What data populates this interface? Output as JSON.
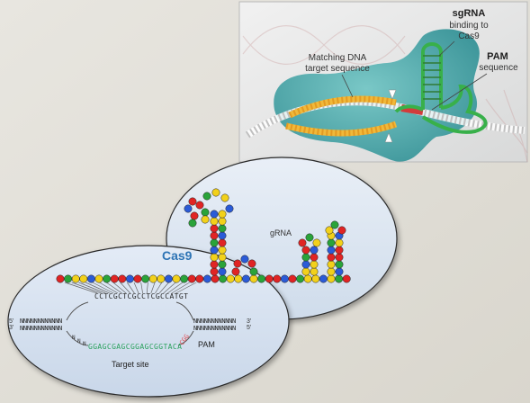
{
  "top_panel": {
    "sgrna_title": "sgRNA",
    "sgrna_line1": "binding to",
    "sgrna_line2": "Cas9",
    "pam_title": "PAM",
    "pam_sub": "sequence",
    "matching_line1": "Matching DNA",
    "matching_line2": "target sequence"
  },
  "bottom_panel": {
    "cas9_label": "Cas9",
    "grna_label": "gRNA",
    "guide_seq": "CCTCGCTCGCCTCGCCATGT",
    "target_seq": "GGAGCGAGCGGAGCGGTACA",
    "pam_seq": "CGG",
    "pam_label": "PAM",
    "target_site_label": "Target site",
    "strand_5_left": "5'",
    "strand_3_left": "3'",
    "strand_3_right": "3'",
    "strand_5_right": "5'",
    "strand_left_letters": "NNNNNNNNNNNN",
    "strand_right_letters": "NNNNNNNNNNNN"
  },
  "colors": {
    "background": "#e4e1da",
    "top_panel_bg": "#e9eaea",
    "cas9_protein": "#4ea7a9",
    "guide_rna": "#38b04a",
    "target_strand": "#f0b93a",
    "pam": "#d23b3b",
    "bottom_bg": "#dce6f2",
    "cas9_text": "#2e74b5",
    "target_text": "#2ca25f",
    "pam_text": "#e0474c",
    "nt_red": "#e02424",
    "nt_blue": "#2b5bd7",
    "nt_yellow": "#f2d11b",
    "nt_green": "#2aa33a"
  }
}
